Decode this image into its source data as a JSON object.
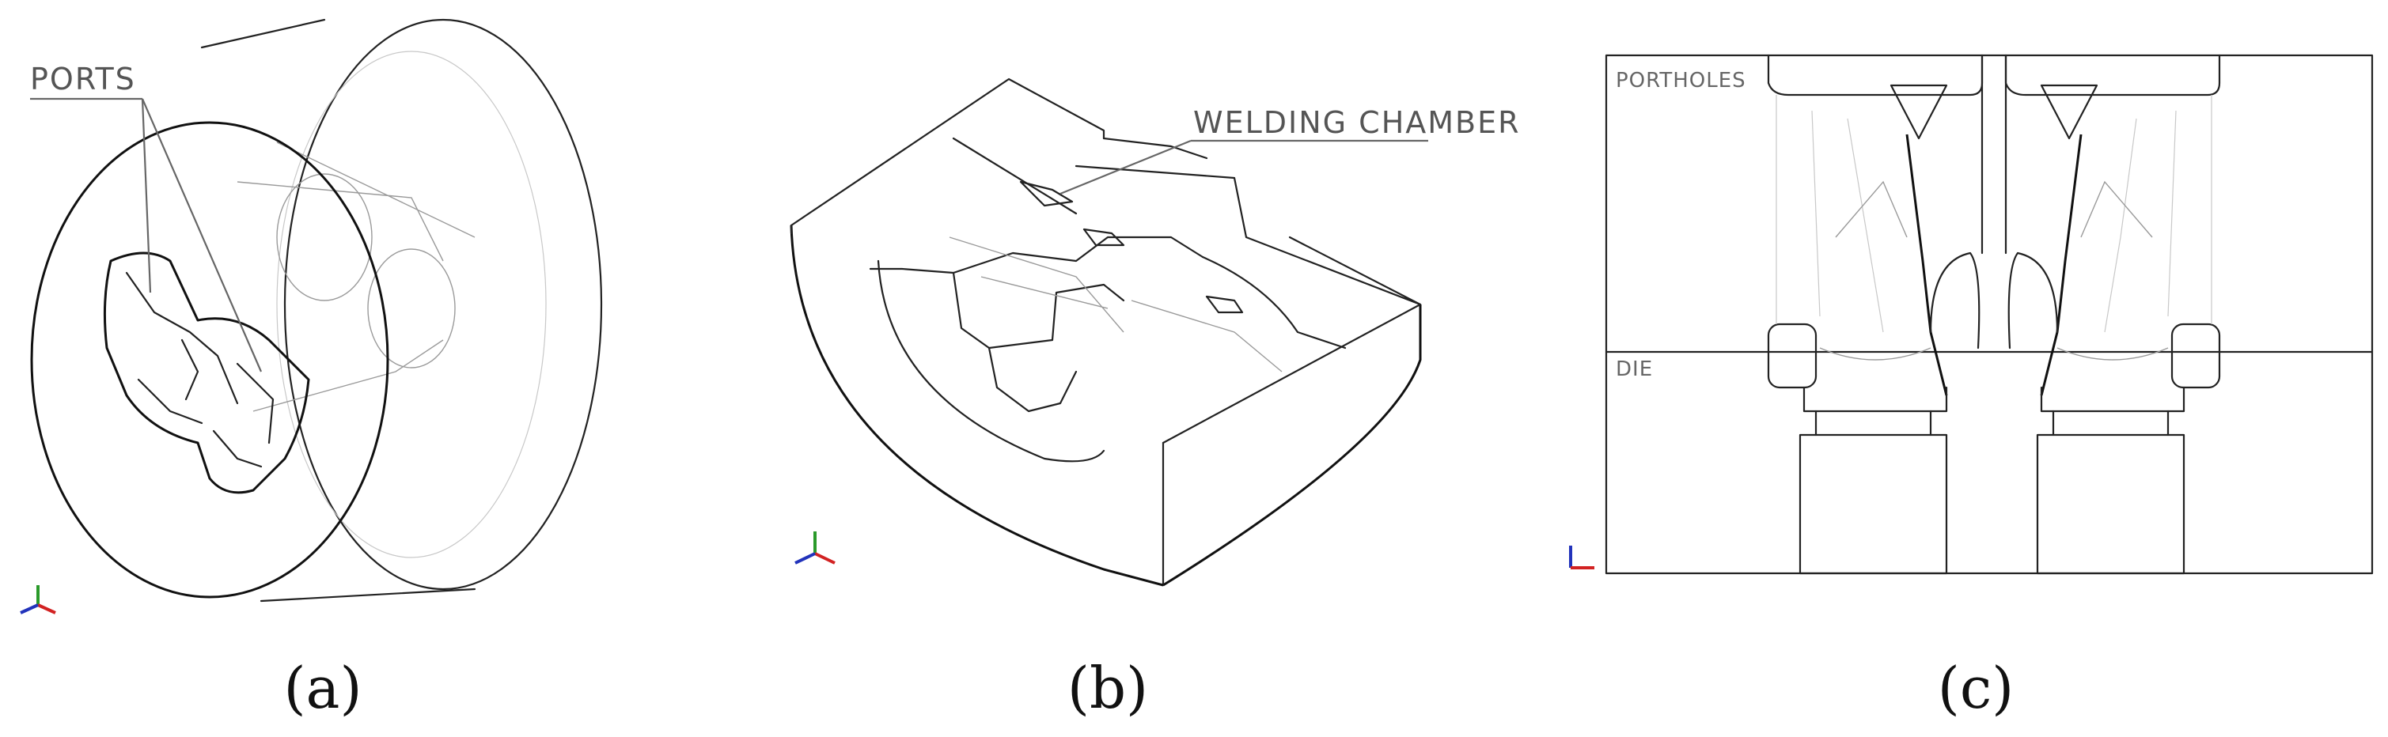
{
  "panels": [
    {
      "id": "a",
      "caption": "(a)",
      "labels": [
        "PORTS"
      ]
    },
    {
      "id": "b",
      "caption": "(b)",
      "labels": [
        "WELDING CHAMBER"
      ]
    },
    {
      "id": "c",
      "caption": "(c)",
      "labels": [
        "PORTHOLES",
        "DIE"
      ]
    }
  ],
  "axis_colors": {
    "x": "#d22222",
    "y": "#2a9a2a",
    "z": "#2233bb"
  }
}
